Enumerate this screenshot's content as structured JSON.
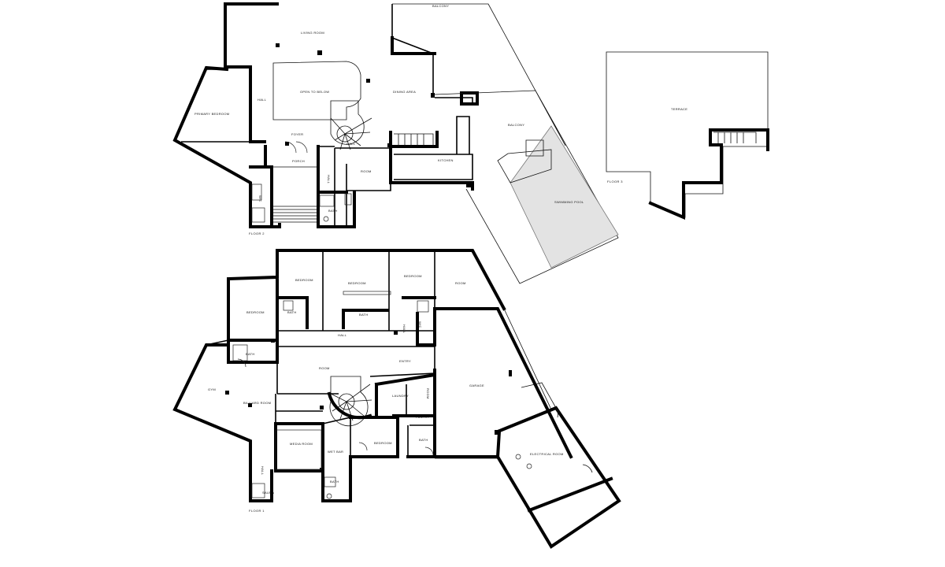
{
  "floor_plan": {
    "floors": [
      {
        "id": "floor-2",
        "label": "FLOOR 2",
        "rooms": [
          {
            "id": "balcony-top",
            "label": "BALCONY"
          },
          {
            "id": "living-room",
            "label": "LIVING ROOM"
          },
          {
            "id": "open-to-below",
            "label": "OPEN TO BELOW"
          },
          {
            "id": "dining-area",
            "label": "DINING AREA"
          },
          {
            "id": "hall",
            "label": "HALL"
          },
          {
            "id": "primary-bedroom",
            "label": "PRIMARY BEDROOM"
          },
          {
            "id": "foyer",
            "label": "FOYER"
          },
          {
            "id": "porch",
            "label": "PORCH"
          },
          {
            "id": "wic-f2",
            "label": "W/C"
          },
          {
            "id": "hall-f2-b",
            "label": "HALL"
          },
          {
            "id": "room-f2",
            "label": "ROOM"
          },
          {
            "id": "bath-f2",
            "label": "BATH"
          },
          {
            "id": "kitchen",
            "label": "KITCHEN"
          },
          {
            "id": "balcony-right",
            "label": "BALCONY"
          },
          {
            "id": "swimming-pool",
            "label": "SWIMMING POOL"
          }
        ]
      },
      {
        "id": "floor-3",
        "label": "FLOOR 3",
        "rooms": [
          {
            "id": "terrace",
            "label": "TERRACE"
          }
        ]
      },
      {
        "id": "floor-1",
        "label": "FLOOR 1",
        "rooms": [
          {
            "id": "bedroom-1",
            "label": "BEDROOM"
          },
          {
            "id": "bedroom-2",
            "label": "BEDROOM"
          },
          {
            "id": "bedroom-3",
            "label": "BEDROOM"
          },
          {
            "id": "bedroom-4",
            "label": "BEDROOM"
          },
          {
            "id": "room-f1-top",
            "label": "ROOM"
          },
          {
            "id": "bath-f1-a",
            "label": "BATH"
          },
          {
            "id": "bath-f1-b",
            "label": "BATH"
          },
          {
            "id": "bath-f1-c",
            "label": "BATH"
          },
          {
            "id": "wic-f1",
            "label": "W/C"
          },
          {
            "id": "hall-f1",
            "label": "HALL"
          },
          {
            "id": "hall-f1-b",
            "label": "HALL"
          },
          {
            "id": "room-f1-mid",
            "label": "ROOM"
          },
          {
            "id": "entry",
            "label": "ENTRY"
          },
          {
            "id": "gym",
            "label": "GYM"
          },
          {
            "id": "billiard-room",
            "label": "BILLIARD ROOM"
          },
          {
            "id": "laundry",
            "label": "LAUNDRY"
          },
          {
            "id": "room-f1-c",
            "label": "ROOM"
          },
          {
            "id": "pantry",
            "label": "PANTRY"
          },
          {
            "id": "garage",
            "label": "GARAGE"
          },
          {
            "id": "media-room",
            "label": "MEDIA ROOM"
          },
          {
            "id": "wet-bar",
            "label": "WET BAR"
          },
          {
            "id": "bedroom-5",
            "label": "BEDROOM"
          },
          {
            "id": "bath-f1-d",
            "label": "BATH"
          },
          {
            "id": "electrical-room",
            "label": "ELECTRICAL ROOM"
          },
          {
            "id": "hall-f1-c",
            "label": "HALL"
          },
          {
            "id": "sauna",
            "label": "SAUNA"
          },
          {
            "id": "bath-f1-e",
            "label": "BATH"
          }
        ]
      }
    ],
    "colors": {
      "wall": "#000000",
      "pool_fill": "#e3e3e3",
      "background": "#ffffff"
    }
  }
}
